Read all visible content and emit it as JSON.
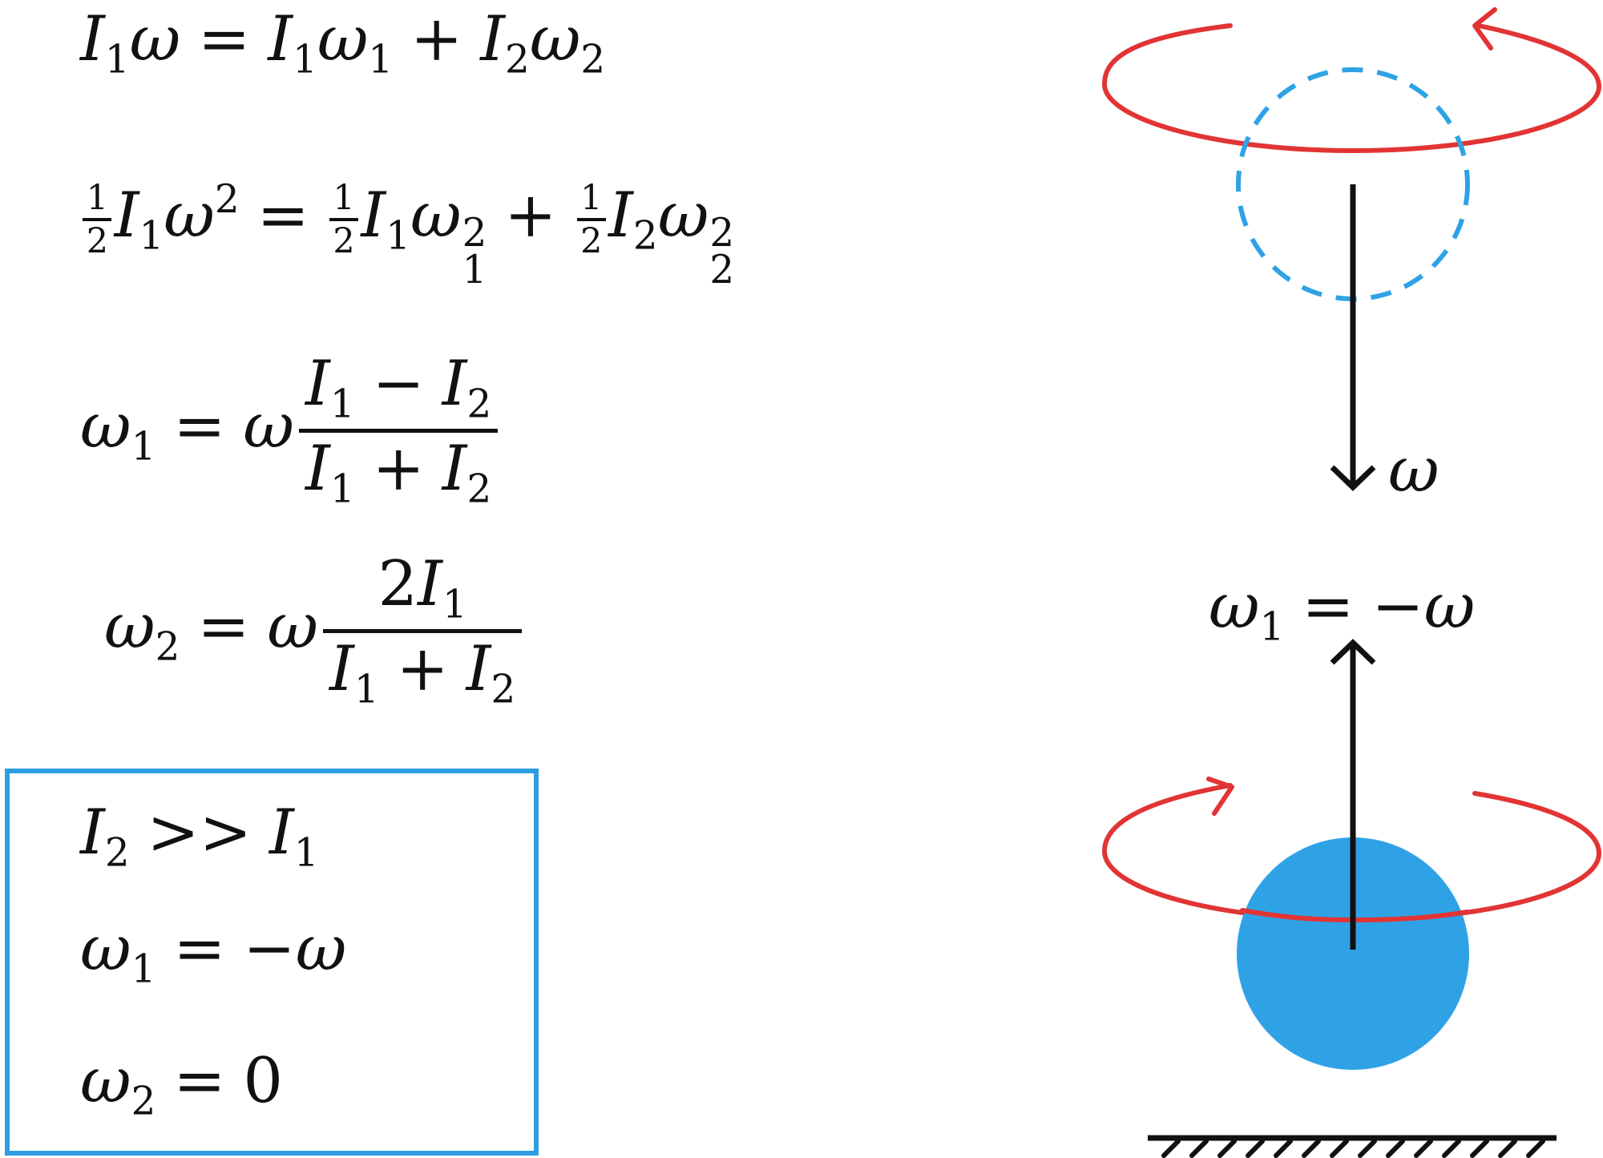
{
  "equations": {
    "momentum": {
      "I": "I",
      "omega": "ω",
      "eq": "=",
      "plus": "+",
      "s1": "1",
      "s2": "2"
    },
    "energy": {
      "num": "1",
      "den": "2",
      "I": "I",
      "omega": "ω",
      "eq": "=",
      "plus": "+",
      "s1": "1",
      "s2": "2",
      "sq": "2"
    },
    "omega1": {
      "omega": "ω",
      "eq": "=",
      "I": "I",
      "minus": "−",
      "plus": "+",
      "s1": "1",
      "s2": "2"
    },
    "omega2": {
      "omega": "ω",
      "eq": "=",
      "I": "I",
      "two": "2",
      "plus": "+",
      "s1": "1",
      "s2": "2"
    }
  },
  "box": {
    "I": "I",
    "omega": "ω",
    "gg": ">>",
    "eq": "=",
    "neg": "−",
    "zero": "0",
    "s1": "1",
    "s2": "2"
  },
  "diagram": {
    "label_omega": "ω",
    "label_omega1": "ω",
    "label_eq": "=",
    "label_neg": "−",
    "label_s1": "1",
    "colors": {
      "ring": "#e23434",
      "ball": "#2fa2e6",
      "arrow": "#111111"
    }
  }
}
